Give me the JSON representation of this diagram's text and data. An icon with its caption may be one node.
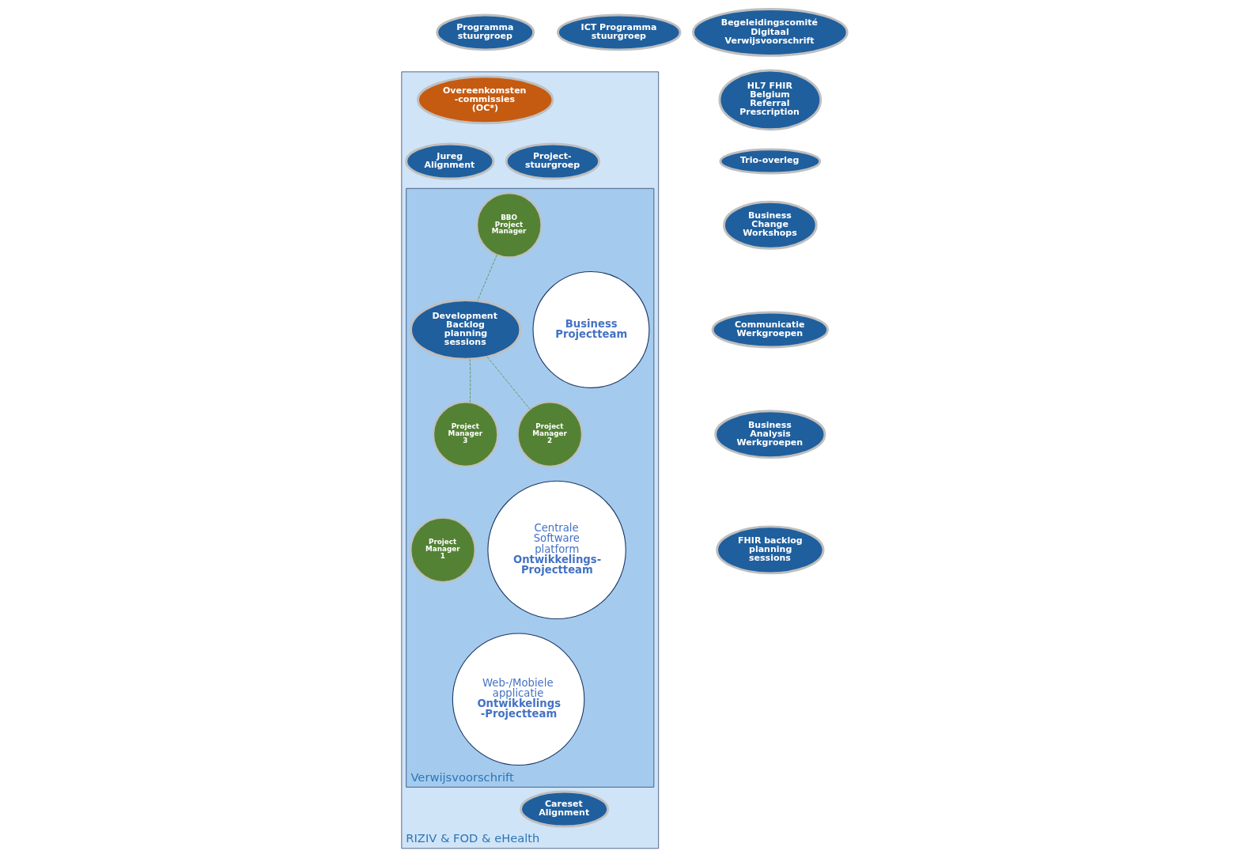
{
  "diagram": {
    "nodes": [
      {
        "text": [
          "RIZIV & FOD & eHealth"
        ]
      },
      {
        "text": [
          "Verwijsvoorschrift"
        ],
        "in": 0
      },
      {
        "text": [
          "Begeleidingscomité Digitaal Verwijsvoorschrift"
        ]
      },
      {
        "text": [
          "Programma stuurgroep"
        ]
      },
      {
        "text": [
          "ICT Programma stuurgroep"
        ]
      },
      {
        "text": [
          "Overeenkomsten -commissies (OC*)"
        ],
        "in": 0
      },
      {
        "text": [
          "HL7 FHIR Belgium Referral Prescription"
        ]
      },
      {
        "text": [
          "Jureg Alignment"
        ],
        "in": 0
      },
      {
        "text": [
          "Project- stuurgroep"
        ],
        "in": 0
      },
      {
        "text": [
          "Development Backlog planning sessions"
        ],
        "in": 1
      },
      {
        "text": [
          "Trio-overleg"
        ]
      },
      {
        "text": [
          "BBO Project Manager"
        ],
        "in": 1
      },
      {
        "text": [
          "Project Manager 3"
        ],
        "in": 1
      },
      {
        "text": [
          "Project Manager 1"
        ],
        "in": 1
      },
      {
        "text": [
          "Project Manager 2"
        ],
        "in": 1
      },
      {
        "text": [
          "Business Change Workshops"
        ]
      },
      {
        "text": [
          "Business Projectteam"
        ],
        "in": 1
      },
      {
        "text": [
          "Web-/Mobiele applicatie",
          "Ontwikkelings -Projectteam"
        ],
        "in": 1
      },
      {
        "text": [
          "Centrale Software platform",
          "Ontwikkelings- Projectteam"
        ],
        "in": 1
      },
      {
        "text": [
          "Communicatie Werkgroepen"
        ]
      },
      {
        "text": [
          "Business Analysis Werkgroepen"
        ]
      },
      {
        "text": [
          "Careset Alignment"
        ],
        "in": 0
      },
      {
        "text": [
          "FHIR backlog planning sessions"
        ]
      }
    ],
    "edges": [
      {
        "from": 11,
        "to": 9,
        "arrow": "none",
        "style": "dashed",
        "color": "#548235"
      },
      {
        "from": 12,
        "to": 9,
        "arrow": "none",
        "style": "dashed",
        "color": "#548235"
      },
      {
        "from": 9,
        "to": 14,
        "arrow": "none",
        "style": "dashed",
        "color": "#548235"
      }
    ]
  }
}
